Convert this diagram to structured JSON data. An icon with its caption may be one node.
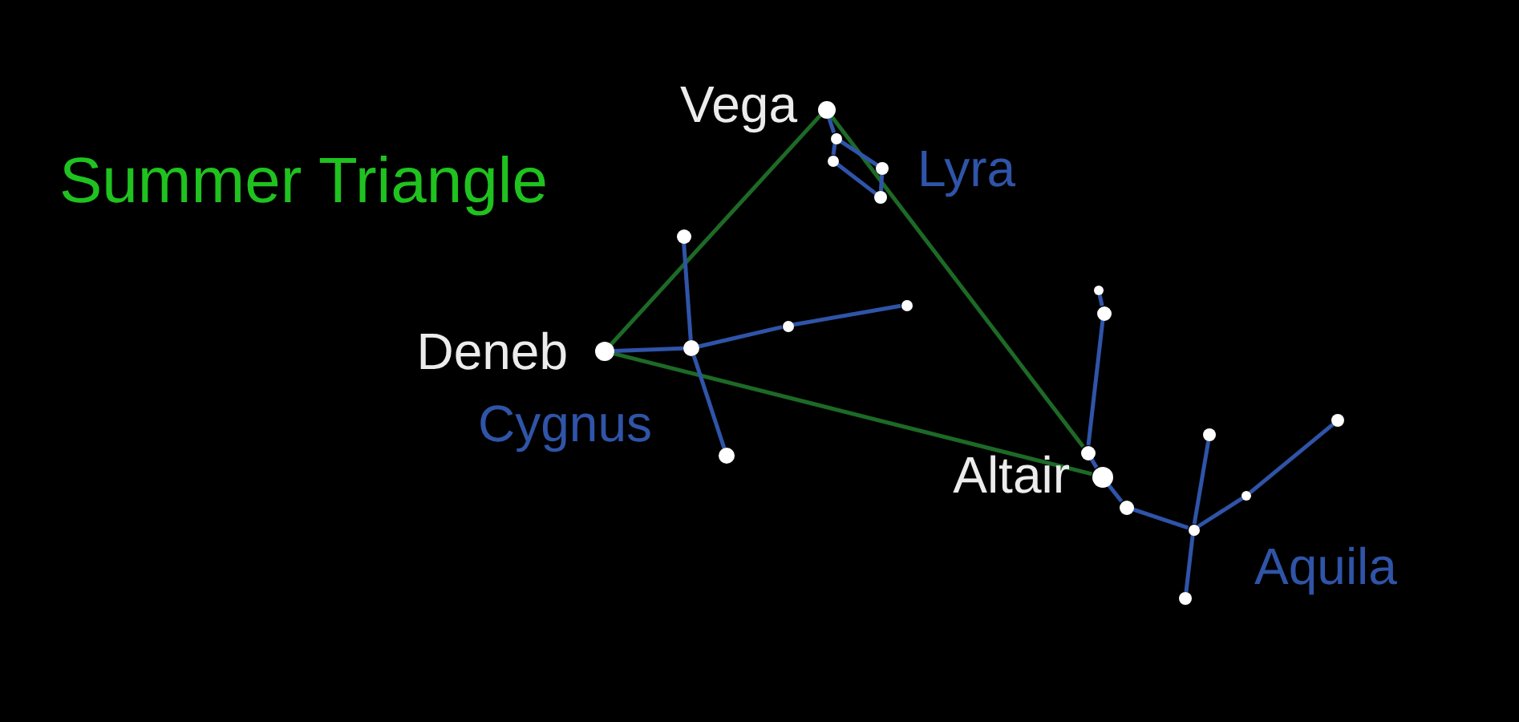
{
  "diagram": {
    "title": "Summer Triangle",
    "nodes": [
      {
        "text": [],
        "shape": "circle",
        "beside": [
          "Vega"
        ]
      },
      {
        "text": [],
        "shape": "circle"
      },
      {
        "text": [],
        "shape": "circle"
      },
      {
        "text": [],
        "shape": "circle"
      },
      {
        "text": [],
        "shape": "circle"
      },
      {
        "text": [],
        "shape": "circle",
        "beside": [
          "Deneb"
        ]
      },
      {
        "text": [],
        "shape": "circle"
      },
      {
        "text": [],
        "shape": "circle"
      },
      {
        "text": [],
        "shape": "circle"
      },
      {
        "text": [],
        "shape": "circle"
      },
      {
        "text": [],
        "shape": "circle"
      },
      {
        "text": [],
        "shape": "circle",
        "beside": [
          "Altair"
        ]
      },
      {
        "text": [],
        "shape": "circle"
      },
      {
        "text": [],
        "shape": "circle"
      },
      {
        "text": [],
        "shape": "circle"
      },
      {
        "text": [],
        "shape": "circle"
      },
      {
        "text": [],
        "shape": "circle"
      },
      {
        "text": [],
        "shape": "circle"
      },
      {
        "text": [],
        "shape": "circle"
      },
      {
        "text": [],
        "shape": "circle"
      },
      {
        "text": [],
        "shape": "circle"
      }
    ],
    "edges": [
      {
        "from": 0,
        "to": 5,
        "arrow": "none",
        "color": "#1d6a26"
      },
      {
        "from": 0,
        "to": 14,
        "arrow": "none",
        "color": "#1d6a26"
      },
      {
        "from": 5,
        "to": 11,
        "arrow": "none",
        "color": "#1d6a26"
      },
      {
        "from": 0,
        "to": 1,
        "arrow": "none"
      },
      {
        "from": 1,
        "to": 3,
        "arrow": "none"
      },
      {
        "from": 3,
        "to": 4,
        "arrow": "none"
      },
      {
        "from": 4,
        "to": 2,
        "arrow": "none"
      },
      {
        "from": 2,
        "to": 1,
        "arrow": "none"
      },
      {
        "from": 5,
        "to": 7,
        "arrow": "none"
      },
      {
        "from": 7,
        "to": 8,
        "arrow": "none"
      },
      {
        "from": 8,
        "to": 9,
        "arrow": "none"
      },
      {
        "from": 6,
        "to": 7,
        "arrow": "none"
      },
      {
        "from": 7,
        "to": 10,
        "arrow": "none"
      },
      {
        "from": 12,
        "to": 13,
        "arrow": "none"
      },
      {
        "from": 13,
        "to": 14,
        "arrow": "none"
      },
      {
        "from": 14,
        "to": 11,
        "arrow": "none"
      },
      {
        "from": 11,
        "to": 15,
        "arrow": "none"
      },
      {
        "from": 15,
        "to": 16,
        "arrow": "none"
      },
      {
        "from": 16,
        "to": 17,
        "arrow": "none"
      },
      {
        "from": 16,
        "to": 20,
        "arrow": "none"
      },
      {
        "from": 16,
        "to": 18,
        "arrow": "none"
      },
      {
        "from": 18,
        "to": 19,
        "arrow": "none"
      }
    ],
    "labels": [
      "Lyra",
      "Cygnus",
      "Aquila"
    ]
  }
}
